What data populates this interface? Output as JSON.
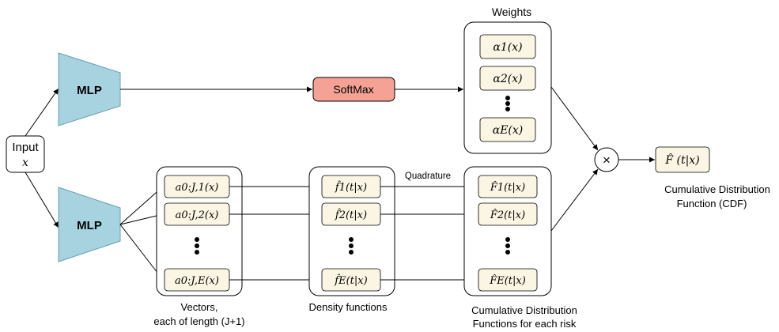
{
  "input": {
    "label": "Input",
    "symbol": "x"
  },
  "mlp_top": {
    "label": "MLP"
  },
  "mlp_bottom": {
    "label": "MLP"
  },
  "softmax": {
    "label": "SoftMax"
  },
  "weights": {
    "title": "Weights",
    "items": [
      "α1(x)",
      "α2(x)",
      "αE(x)"
    ]
  },
  "vectors": {
    "items": [
      "a0:J,1(x)",
      "a0:J,2(x)",
      "a0:J,E(x)"
    ],
    "caption_line1": "Vectors,",
    "caption_line2": "each of length (J+1)"
  },
  "density": {
    "items": [
      "f̂1(t|x)",
      "f̂2(t|x)",
      "f̂E(t|x)"
    ],
    "caption": "Density functions"
  },
  "quadrature": {
    "label": "Quadrature"
  },
  "cdfs": {
    "items": [
      "F̂1(t|x)",
      "F̂2(t|x)",
      "F̂E(t|x)"
    ],
    "caption_line1": "Cumulative Distribution",
    "caption_line2": "Functions for each risk"
  },
  "multiply": {
    "symbol": "×"
  },
  "output": {
    "label": "F̂ (t|x)",
    "caption_line1": "Cumulative Distribution",
    "caption_line2": "Function (CDF)"
  },
  "colors": {
    "mlp_fill": "#a6d3df",
    "softmax_fill": "#f4a196",
    "item_fill": "#fbf5e3"
  }
}
